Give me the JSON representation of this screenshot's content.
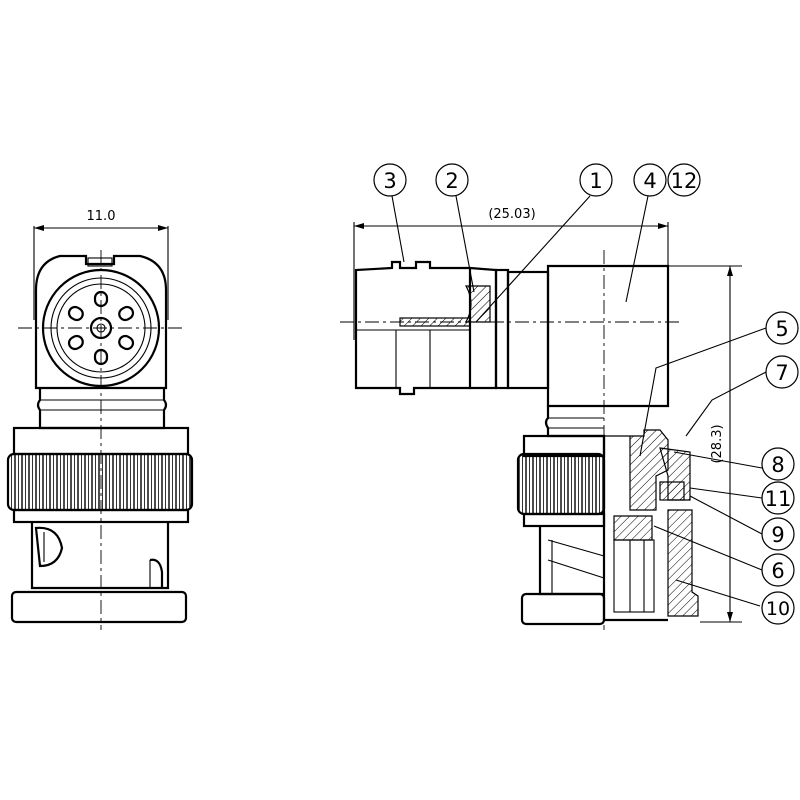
{
  "dimensions": {
    "width_label": "11.0",
    "length_label": "(25.03)",
    "height_label": "(28.3)"
  },
  "balloons": {
    "b1": "1",
    "b2": "2",
    "b3": "3",
    "b4": "4",
    "b12": "12",
    "b5": "5",
    "b7": "7",
    "b8": "8",
    "b11": "11",
    "b9": "9",
    "b6": "6",
    "b10": "10"
  },
  "colors": {
    "line": "#000000",
    "background": "#ffffff"
  }
}
